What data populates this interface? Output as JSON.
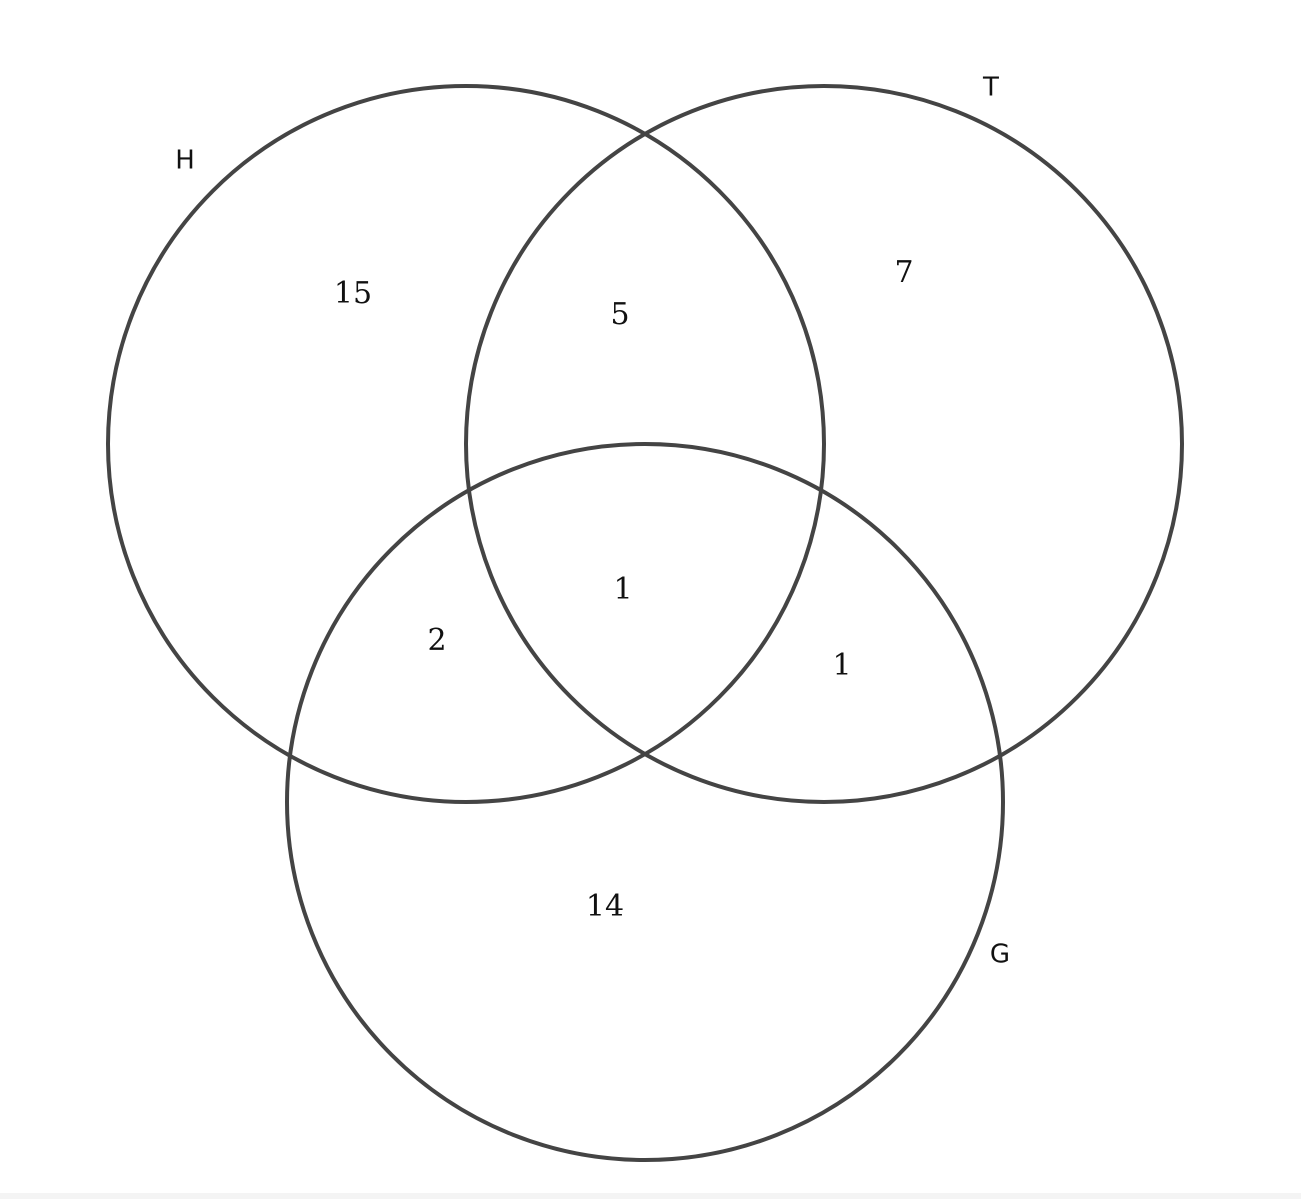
{
  "diagram": {
    "type": "venn",
    "stroke_color": "#444444",
    "text_color": "#111111",
    "sets": [
      {
        "id": "H",
        "label": "H"
      },
      {
        "id": "T",
        "label": "T"
      },
      {
        "id": "G",
        "label": "G"
      }
    ],
    "regions": [
      {
        "id": "h-only",
        "sets": [
          "H"
        ],
        "count": "15"
      },
      {
        "id": "t-only",
        "sets": [
          "T"
        ],
        "count": "7"
      },
      {
        "id": "g-only",
        "sets": [
          "G"
        ],
        "count": "14"
      },
      {
        "id": "h-t",
        "sets": [
          "H",
          "T"
        ],
        "count": "5"
      },
      {
        "id": "h-g",
        "sets": [
          "H",
          "G"
        ],
        "count": "2"
      },
      {
        "id": "t-g",
        "sets": [
          "T",
          "G"
        ],
        "count": "1"
      },
      {
        "id": "h-t-g",
        "sets": [
          "H",
          "T",
          "G"
        ],
        "count": "1"
      }
    ]
  }
}
